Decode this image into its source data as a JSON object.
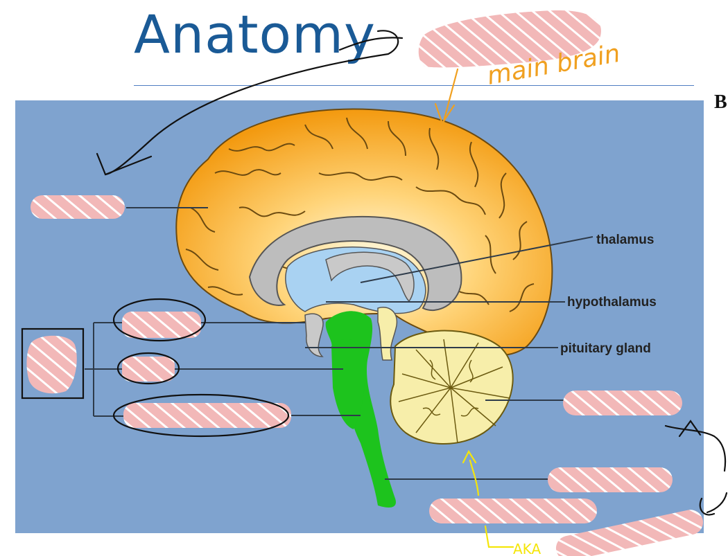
{
  "slide": {
    "title": "Anatomy",
    "cut_off_letter": "B"
  },
  "diagram": {
    "labels": {
      "thalamus": "thalamus",
      "hypothalamus": "hypothalamus",
      "pituitary": "pituitary gland"
    }
  },
  "handwriting": {
    "main_brain": "main brain",
    "aka": "AKA"
  },
  "colors": {
    "title": "#1a5a96",
    "panel": "#7fa3cf",
    "cerebrum": "#f5a418",
    "cerebellum": "#f7eeaa",
    "brainstem": "#1dc31d",
    "redaction": "#f2b8b8",
    "orange_ink": "#f0a020",
    "yellow_ink": "#f5e60a"
  }
}
